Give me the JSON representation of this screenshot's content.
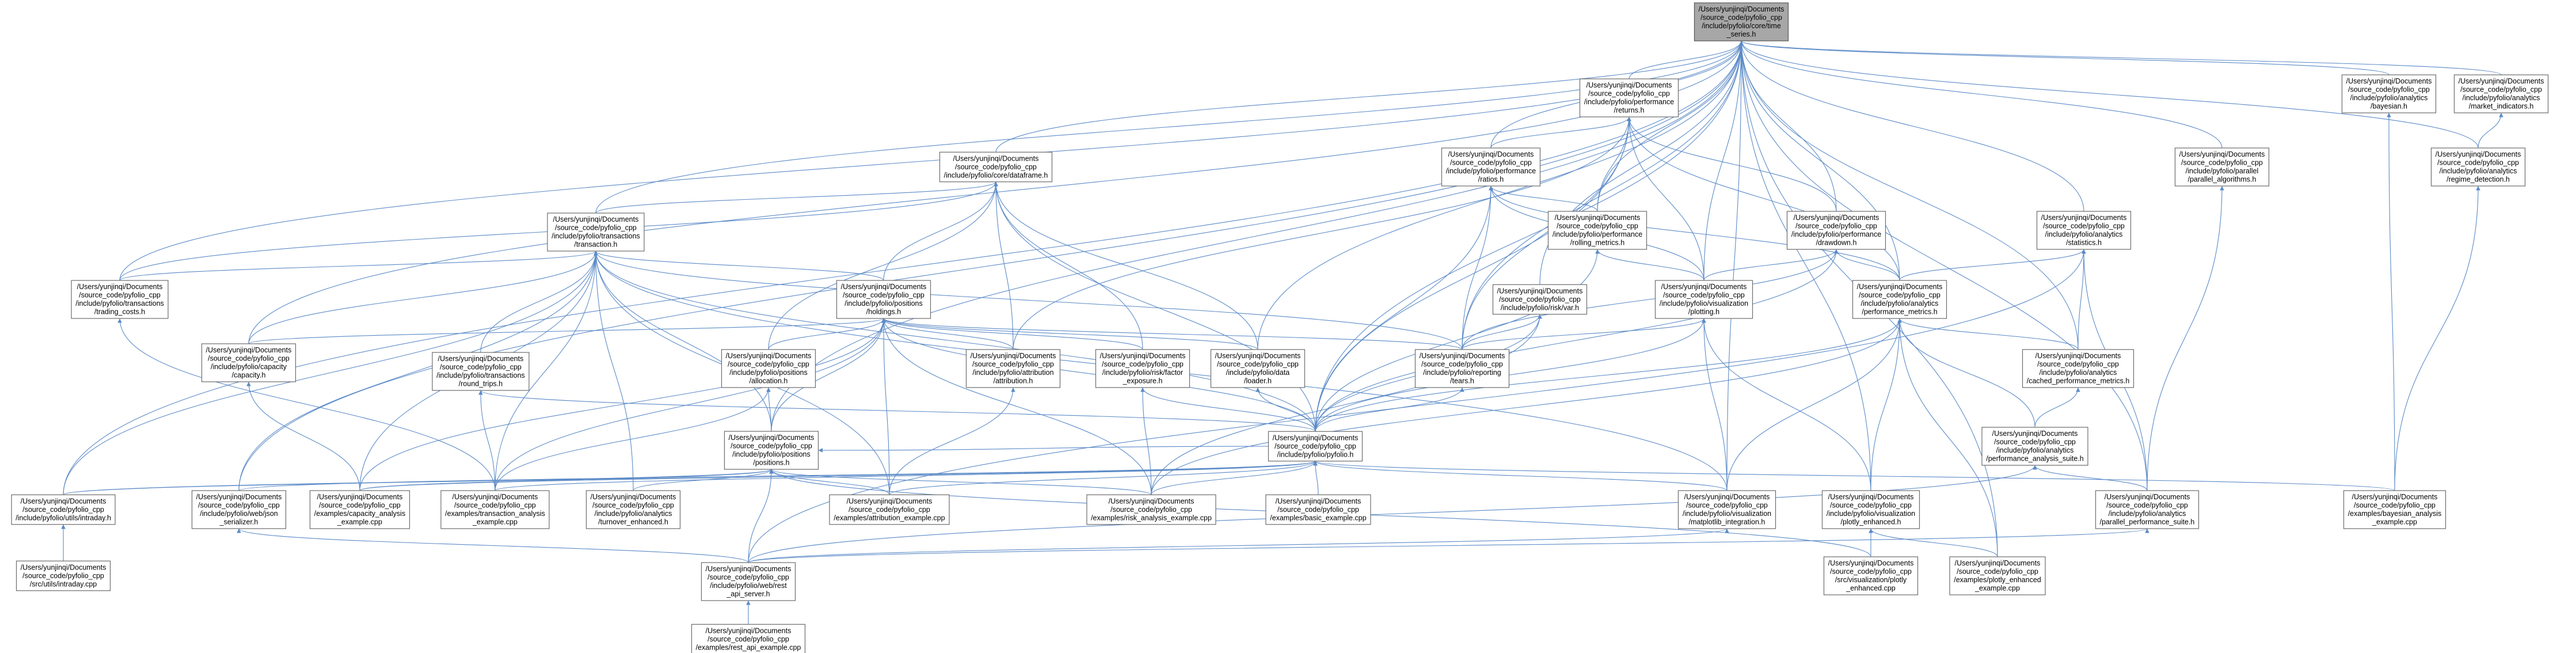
{
  "diagram": {
    "type": "include-dependency-graph",
    "colors": {
      "edge": "#5b8ac7",
      "node_border": "#6b6b6b",
      "root_fill": "#a7a7a7",
      "node_fill": "#ffffff"
    },
    "nodes": [
      {
        "id": "root",
        "lines": [
          "/Users/yunjinqi/Documents",
          "/source_code/pyfolio_cpp",
          "/include/pyfolio/core/time",
          "_series.h"
        ]
      },
      {
        "id": "returns",
        "lines": [
          "/Users/yunjinqi/Documents",
          "/source_code/pyfolio_cpp",
          "/include/pyfolio/performance",
          "/returns.h"
        ]
      },
      {
        "id": "bayesian",
        "lines": [
          "/Users/yunjinqi/Documents",
          "/source_code/pyfolio_cpp",
          "/include/pyfolio/analytics",
          "/bayesian.h"
        ]
      },
      {
        "id": "market_ind",
        "lines": [
          "/Users/yunjinqi/Documents",
          "/source_code/pyfolio_cpp",
          "/include/pyfolio/analytics",
          "/market_indicators.h"
        ]
      },
      {
        "id": "dataframe",
        "lines": [
          "/Users/yunjinqi/Documents",
          "/source_code/pyfolio_cpp",
          "/include/pyfolio/core/dataframe.h"
        ]
      },
      {
        "id": "ratios",
        "lines": [
          "/Users/yunjinqi/Documents",
          "/source_code/pyfolio_cpp",
          "/include/pyfolio/performance",
          "/ratios.h"
        ]
      },
      {
        "id": "parallel_alg",
        "lines": [
          "/Users/yunjinqi/Documents",
          "/source_code/pyfolio_cpp",
          "/include/pyfolio/parallel",
          "/parallel_algorithms.h"
        ]
      },
      {
        "id": "regime",
        "lines": [
          "/Users/yunjinqi/Documents",
          "/source_code/pyfolio_cpp",
          "/include/pyfolio/analytics",
          "/regime_detection.h"
        ]
      },
      {
        "id": "transaction",
        "lines": [
          "/Users/yunjinqi/Documents",
          "/source_code/pyfolio_cpp",
          "/include/pyfolio/transactions",
          "/transaction.h"
        ]
      },
      {
        "id": "rolling",
        "lines": [
          "/Users/yunjinqi/Documents",
          "/source_code/pyfolio_cpp",
          "/include/pyfolio/performance",
          "/rolling_metrics.h"
        ]
      },
      {
        "id": "drawdown",
        "lines": [
          "/Users/yunjinqi/Documents",
          "/source_code/pyfolio_cpp",
          "/include/pyfolio/performance",
          "/drawdown.h"
        ]
      },
      {
        "id": "statistics",
        "lines": [
          "/Users/yunjinqi/Documents",
          "/source_code/pyfolio_cpp",
          "/include/pyfolio/analytics",
          "/statistics.h"
        ]
      },
      {
        "id": "trading_costs",
        "lines": [
          "/Users/yunjinqi/Documents",
          "/source_code/pyfolio_cpp",
          "/include/pyfolio/transactions",
          "/trading_costs.h"
        ]
      },
      {
        "id": "holdings",
        "lines": [
          "/Users/yunjinqi/Documents",
          "/source_code/pyfolio_cpp",
          "/include/pyfolio/positions",
          "/holdings.h"
        ]
      },
      {
        "id": "var",
        "lines": [
          "/Users/yunjinqi/Documents",
          "/source_code/pyfolio_cpp",
          "/include/pyfolio/risk/var.h"
        ]
      },
      {
        "id": "plotting",
        "lines": [
          "/Users/yunjinqi/Documents",
          "/source_code/pyfolio_cpp",
          "/include/pyfolio/visualization",
          "/plotting.h"
        ]
      },
      {
        "id": "perf_metrics",
        "lines": [
          "/Users/yunjinqi/Documents",
          "/source_code/pyfolio_cpp",
          "/include/pyfolio/analytics",
          "/performance_metrics.h"
        ]
      },
      {
        "id": "capacity",
        "lines": [
          "/Users/yunjinqi/Documents",
          "/source_code/pyfolio_cpp",
          "/include/pyfolio/capacity",
          "/capacity.h"
        ]
      },
      {
        "id": "round_trips",
        "lines": [
          "/Users/yunjinqi/Documents",
          "/source_code/pyfolio_cpp",
          "/include/pyfolio/transactions",
          "/round_trips.h"
        ]
      },
      {
        "id": "allocation",
        "lines": [
          "/Users/yunjinqi/Documents",
          "/source_code/pyfolio_cpp",
          "/include/pyfolio/positions",
          "/allocation.h"
        ]
      },
      {
        "id": "attribution",
        "lines": [
          "/Users/yunjinqi/Documents",
          "/source_code/pyfolio_cpp",
          "/include/pyfolio/attribution",
          "/attribution.h"
        ]
      },
      {
        "id": "factor",
        "lines": [
          "/Users/yunjinqi/Documents",
          "/source_code/pyfolio_cpp",
          "/include/pyfolio/risk/factor",
          "_exposure.h"
        ]
      },
      {
        "id": "loader",
        "lines": [
          "/Users/yunjinqi/Documents",
          "/source_code/pyfolio_cpp",
          "/include/pyfolio/data",
          "/loader.h"
        ]
      },
      {
        "id": "tears",
        "lines": [
          "/Users/yunjinqi/Documents",
          "/source_code/pyfolio_cpp",
          "/include/pyfolio/reporting",
          "/tears.h"
        ]
      },
      {
        "id": "cached_perf",
        "lines": [
          "/Users/yunjinqi/Documents",
          "/source_code/pyfolio_cpp",
          "/include/pyfolio/analytics",
          "/cached_performance_metrics.h"
        ]
      },
      {
        "id": "positions",
        "lines": [
          "/Users/yunjinqi/Documents",
          "/source_code/pyfolio_cpp",
          "/include/pyfolio/positions",
          "/positions.h"
        ]
      },
      {
        "id": "pyfolio",
        "lines": [
          "/Users/yunjinqi/Documents",
          "/source_code/pyfolio_cpp",
          "/include/pyfolio/pyfolio.h"
        ]
      },
      {
        "id": "perf_suite_h",
        "lines": [
          "/Users/yunjinqi/Documents",
          "/source_code/pyfolio_cpp",
          "/include/pyfolio/analytics",
          "/performance_analysis_suite.h"
        ]
      },
      {
        "id": "intraday_h",
        "lines": [
          "/Users/yunjinqi/Documents",
          "/source_code/pyfolio_cpp",
          "/include/pyfolio/utils/intraday.h"
        ]
      },
      {
        "id": "json_ser",
        "lines": [
          "/Users/yunjinqi/Documents",
          "/source_code/pyfolio_cpp",
          "/include/pyfolio/web/json",
          "_serializer.h"
        ]
      },
      {
        "id": "capacity_ex",
        "lines": [
          "/Users/yunjinqi/Documents",
          "/source_code/pyfolio_cpp",
          "/examples/capacity_analysis",
          "_example.cpp"
        ]
      },
      {
        "id": "trans_ex",
        "lines": [
          "/Users/yunjinqi/Documents",
          "/source_code/pyfolio_cpp",
          "/examples/transaction_analysis",
          "_example.cpp"
        ]
      },
      {
        "id": "turnover",
        "lines": [
          "/Users/yunjinqi/Documents",
          "/source_code/pyfolio_cpp",
          "/include/pyfolio/analytics",
          "/turnover_enhanced.h"
        ]
      },
      {
        "id": "attr_ex",
        "lines": [
          "/Users/yunjinqi/Documents",
          "/source_code/pyfolio_cpp",
          "/examples/attribution_example.cpp"
        ]
      },
      {
        "id": "risk_ex",
        "lines": [
          "/Users/yunjinqi/Documents",
          "/source_code/pyfolio_cpp",
          "/examples/risk_analysis_example.cpp"
        ]
      },
      {
        "id": "basic_ex",
        "lines": [
          "/Users/yunjinqi/Documents",
          "/source_code/pyfolio_cpp",
          "/examples/basic_example.cpp"
        ]
      },
      {
        "id": "mpl",
        "lines": [
          "/Users/yunjinqi/Documents",
          "/source_code/pyfolio_cpp",
          "/include/pyfolio/visualization",
          "/matplotlib_integration.h"
        ]
      },
      {
        "id": "plotly_h",
        "lines": [
          "/Users/yunjinqi/Documents",
          "/source_code/pyfolio_cpp",
          "/include/pyfolio/visualization",
          "/plotly_enhanced.h"
        ]
      },
      {
        "id": "par_perf",
        "lines": [
          "/Users/yunjinqi/Documents",
          "/source_code/pyfolio_cpp",
          "/include/pyfolio/analytics",
          "/parallel_performance_suite.h"
        ]
      },
      {
        "id": "bayes_ex",
        "lines": [
          "/Users/yunjinqi/Documents",
          "/source_code/pyfolio_cpp",
          "/examples/bayesian_analysis",
          "_example.cpp"
        ]
      },
      {
        "id": "intraday_cpp",
        "lines": [
          "/Users/yunjinqi/Documents",
          "/source_code/pyfolio_cpp",
          "/src/utils/intraday.cpp"
        ]
      },
      {
        "id": "rest_api",
        "lines": [
          "/Users/yunjinqi/Documents",
          "/source_code/pyfolio_cpp",
          "/include/pyfolio/web/rest",
          "_api_server.h"
        ]
      },
      {
        "id": "plotly_cpp",
        "lines": [
          "/Users/yunjinqi/Documents",
          "/source_code/pyfolio_cpp",
          "/src/visualization/plotly",
          "_enhanced.cpp"
        ]
      },
      {
        "id": "plotly_ex",
        "lines": [
          "/Users/yunjinqi/Documents",
          "/source_code/pyfolio_cpp",
          "/examples/plotly_enhanced",
          "_example.cpp"
        ]
      },
      {
        "id": "rest_ex",
        "lines": [
          "/Users/yunjinqi/Documents",
          "/source_code/pyfolio_cpp",
          "/examples/rest_api_example.cpp"
        ]
      }
    ],
    "edges": [
      [
        "root",
        "returns"
      ],
      [
        "root",
        "bayesian"
      ],
      [
        "root",
        "market_ind"
      ],
      [
        "root",
        "dataframe"
      ],
      [
        "root",
        "ratios"
      ],
      [
        "root",
        "parallel_alg"
      ],
      [
        "root",
        "regime"
      ],
      [
        "root",
        "transaction"
      ],
      [
        "root",
        "rolling"
      ],
      [
        "root",
        "drawdown"
      ],
      [
        "root",
        "statistics"
      ],
      [
        "root",
        "trading_costs"
      ],
      [
        "root",
        "var"
      ],
      [
        "root",
        "plotting"
      ],
      [
        "root",
        "perf_metrics"
      ],
      [
        "root",
        "loader"
      ],
      [
        "root",
        "tears"
      ],
      [
        "root",
        "cached_perf"
      ],
      [
        "root",
        "pyfolio"
      ],
      [
        "root",
        "intraday_h"
      ],
      [
        "root",
        "json_ser"
      ],
      [
        "root",
        "mpl"
      ],
      [
        "root",
        "plotly_h"
      ],
      [
        "root",
        "par_perf"
      ],
      [
        "root",
        "plotly_ex"
      ],
      [
        "root",
        "capacity"
      ],
      [
        "root",
        "positions"
      ],
      [
        "returns",
        "ratios"
      ],
      [
        "returns",
        "rolling"
      ],
      [
        "returns",
        "drawdown"
      ],
      [
        "returns",
        "perf_metrics"
      ],
      [
        "returns",
        "tears"
      ],
      [
        "returns",
        "pyfolio"
      ],
      [
        "returns",
        "plotting"
      ],
      [
        "returns",
        "attribution"
      ],
      [
        "ratios",
        "rolling"
      ],
      [
        "ratios",
        "tears"
      ],
      [
        "ratios",
        "pyfolio"
      ],
      [
        "ratios",
        "perf_metrics"
      ],
      [
        "ratios",
        "plotting"
      ],
      [
        "dataframe",
        "transaction"
      ],
      [
        "dataframe",
        "holdings"
      ],
      [
        "dataframe",
        "allocation"
      ],
      [
        "dataframe",
        "attribution"
      ],
      [
        "dataframe",
        "factor"
      ],
      [
        "dataframe",
        "loader"
      ],
      [
        "dataframe",
        "pyfolio"
      ],
      [
        "dataframe",
        "trading_costs"
      ],
      [
        "transaction",
        "trading_costs"
      ],
      [
        "transaction",
        "holdings"
      ],
      [
        "transaction",
        "capacity"
      ],
      [
        "transaction",
        "round_trips"
      ],
      [
        "transaction",
        "pyfolio"
      ],
      [
        "transaction",
        "intraday_h"
      ],
      [
        "transaction",
        "json_ser"
      ],
      [
        "transaction",
        "capacity_ex"
      ],
      [
        "transaction",
        "trans_ex"
      ],
      [
        "transaction",
        "turnover"
      ],
      [
        "transaction",
        "attr_ex"
      ],
      [
        "transaction",
        "tears"
      ],
      [
        "transaction",
        "positions"
      ],
      [
        "transaction",
        "mpl"
      ],
      [
        "holdings",
        "capacity"
      ],
      [
        "holdings",
        "allocation"
      ],
      [
        "holdings",
        "attribution"
      ],
      [
        "holdings",
        "factor"
      ],
      [
        "holdings",
        "loader"
      ],
      [
        "holdings",
        "pyfolio"
      ],
      [
        "holdings",
        "positions"
      ],
      [
        "holdings",
        "tears"
      ],
      [
        "holdings",
        "capacity_ex"
      ],
      [
        "holdings",
        "trans_ex"
      ],
      [
        "holdings",
        "risk_ex"
      ],
      [
        "holdings",
        "attr_ex"
      ],
      [
        "rolling",
        "plotting"
      ],
      [
        "rolling",
        "pyfolio"
      ],
      [
        "drawdown",
        "plotting"
      ],
      [
        "drawdown",
        "perf_metrics"
      ],
      [
        "drawdown",
        "tears"
      ],
      [
        "drawdown",
        "pyfolio"
      ],
      [
        "statistics",
        "perf_metrics"
      ],
      [
        "statistics",
        "cached_perf"
      ],
      [
        "statistics",
        "par_perf"
      ],
      [
        "statistics",
        "rest_api"
      ],
      [
        "var",
        "tears"
      ],
      [
        "var",
        "pyfolio"
      ],
      [
        "var",
        "risk_ex"
      ],
      [
        "plotting",
        "tears"
      ],
      [
        "plotting",
        "pyfolio"
      ],
      [
        "plotting",
        "mpl"
      ],
      [
        "plotting",
        "plotly_h"
      ],
      [
        "perf_metrics",
        "cached_perf"
      ],
      [
        "perf_metrics",
        "perf_suite_h"
      ],
      [
        "perf_metrics",
        "pyfolio"
      ],
      [
        "perf_metrics",
        "mpl"
      ],
      [
        "perf_metrics",
        "plotly_h"
      ],
      [
        "perf_metrics",
        "plotly_ex"
      ],
      [
        "perf_metrics",
        "risk_ex"
      ],
      [
        "cached_perf",
        "perf_suite_h"
      ],
      [
        "perf_suite_h",
        "par_perf"
      ],
      [
        "perf_suite_h",
        "rest_api"
      ],
      [
        "capacity",
        "capacity_ex"
      ],
      [
        "round_trips",
        "trans_ex"
      ],
      [
        "round_trips",
        "pyfolio"
      ],
      [
        "allocation",
        "positions"
      ],
      [
        "allocation",
        "trans_ex"
      ],
      [
        "attribution",
        "attr_ex"
      ],
      [
        "factor",
        "risk_ex"
      ],
      [
        "factor",
        "pyfolio"
      ],
      [
        "loader",
        "pyfolio"
      ],
      [
        "tears",
        "pyfolio"
      ],
      [
        "positions",
        "pyfolio"
      ],
      [
        "positions",
        "capacity_ex"
      ],
      [
        "positions",
        "turnover"
      ],
      [
        "positions",
        "attr_ex"
      ],
      [
        "positions",
        "rest_api"
      ],
      [
        "positions",
        "intraday_h"
      ],
      [
        "positions",
        "risk_ex"
      ],
      [
        "positions",
        "plotly_cpp"
      ],
      [
        "pyfolio",
        "intraday_h"
      ],
      [
        "pyfolio",
        "json_ser"
      ],
      [
        "pyfolio",
        "capacity_ex"
      ],
      [
        "pyfolio",
        "trans_ex"
      ],
      [
        "pyfolio",
        "attr_ex"
      ],
      [
        "pyfolio",
        "risk_ex"
      ],
      [
        "pyfolio",
        "basic_ex"
      ],
      [
        "pyfolio",
        "mpl"
      ],
      [
        "pyfolio",
        "bayes_ex"
      ],
      [
        "intraday_h",
        "intraday_cpp"
      ],
      [
        "json_ser",
        "rest_api"
      ],
      [
        "trading_costs",
        "trans_ex"
      ],
      [
        "plotly_h",
        "plotly_cpp"
      ],
      [
        "plotly_h",
        "plotly_ex"
      ],
      [
        "bayesian",
        "bayes_ex"
      ],
      [
        "market_ind",
        "regime"
      ],
      [
        "regime",
        "bayes_ex"
      ],
      [
        "parallel_alg",
        "par_perf"
      ],
      [
        "par_perf",
        "rest_api"
      ],
      [
        "rest_api",
        "rest_ex"
      ],
      [
        "mpl",
        "rest_api"
      ]
    ]
  }
}
